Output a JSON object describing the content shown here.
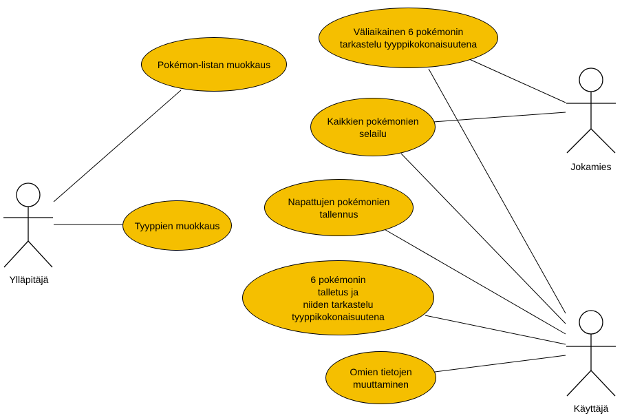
{
  "theme": {
    "usecase_fill": "#F5BF00",
    "stroke": "#000000",
    "background": "#FFFFFF"
  },
  "actors": {
    "yllapitaja": {
      "label": "Ylläpitäjä"
    },
    "jokamies": {
      "label": "Jokamies"
    },
    "kayttaja": {
      "label": "Käyttäjä"
    }
  },
  "usecases": {
    "pokemon_listan_muokkaus": {
      "lines": [
        "Pokémon-listan muokkaus"
      ]
    },
    "tyyppien_muokkaus": {
      "lines": [
        "Tyyppien muokkaus"
      ]
    },
    "valiaikainen": {
      "lines": [
        "Väliaikainen 6 pokémonin",
        "tarkastelu tyyppikokonaisuutena"
      ]
    },
    "kaikkien_selailu": {
      "lines": [
        "Kaikkien pokémonien",
        "selailu"
      ]
    },
    "napattujen_tallennus": {
      "lines": [
        "Napattujen pokémonien",
        "tallennus"
      ]
    },
    "talletus_tarkastelu": {
      "lines": [
        "6 pokémonin",
        "talletus ja",
        "niiden tarkastelu",
        "tyyppikokonaisuutena"
      ]
    },
    "omien_tietojen": {
      "lines": [
        "Omien tietojen",
        "muuttaminen"
      ]
    }
  }
}
